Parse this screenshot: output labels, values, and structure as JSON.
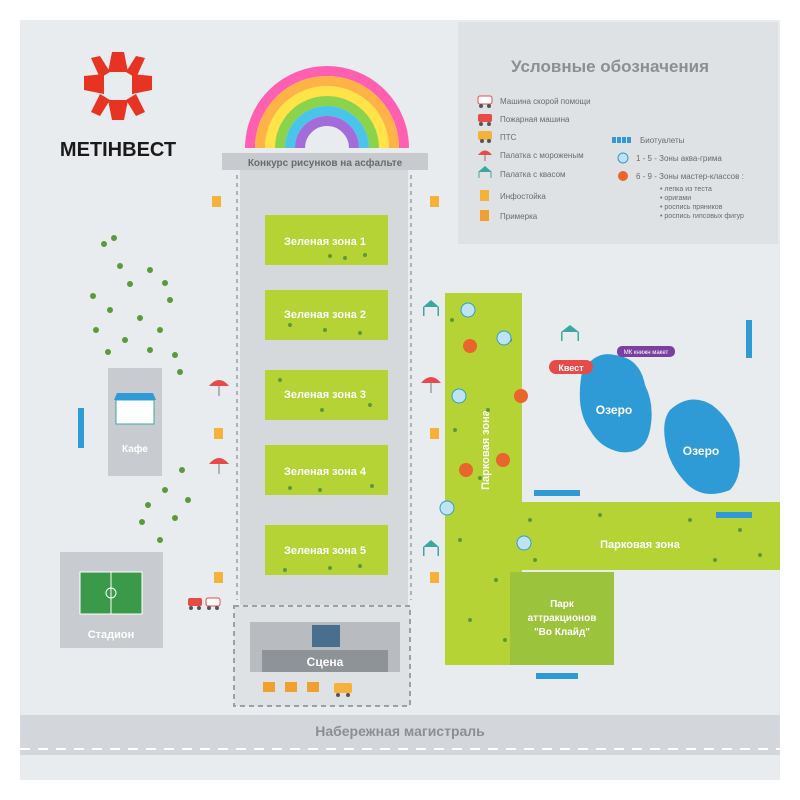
{
  "brand": {
    "name": "МЕТІНВЕСТ"
  },
  "legend": {
    "title": "Условные обозначения",
    "items": [
      {
        "label": "Машина скорой помощи",
        "icon": "ambulance-icon"
      },
      {
        "label": "Пожарная машина",
        "icon": "fire-truck-icon"
      },
      {
        "label": "ПТС",
        "icon": "broadcast-van-icon"
      },
      {
        "label": "Палатка с мороженым",
        "icon": "umbrella-icon"
      },
      {
        "label": "Палатка с квасом",
        "icon": "tent-icon"
      },
      {
        "label": "Инфостойка",
        "icon": "info-stand-icon"
      },
      {
        "label": "Примерка",
        "icon": "fitting-room-icon"
      }
    ],
    "right_items": [
      {
        "label": "Биотуалеты",
        "icon": "toilets-icon"
      },
      {
        "label": "1 - 5 - Зоны аква-грима",
        "icon": "aqua-makeup-zone-icon",
        "color": "#bfe3f2"
      },
      {
        "label": "6 - 9 - Зоны мастер-классов :",
        "icon": "master-class-zone-icon",
        "color": "#f07b3a"
      }
    ],
    "sub_items": [
      "лепка из теста",
      "оригами",
      "роспись пряников",
      "роспись гипсовых фигур"
    ]
  },
  "map": {
    "asphalt_contest": "Конкурс рисунков на асфальте",
    "green_zones": [
      "Зеленая зона 1",
      "Зеленая зона 2",
      "Зеленая зона 3",
      "Зеленая зона 4",
      "Зеленая зона 5"
    ],
    "cafe": "Кафе",
    "stadium": "Стадион",
    "stage": "Сцена",
    "park_zone_vertical": "Парковая зона",
    "park_zone_horizontal": "Парковая зона",
    "lake_1": "Озеро",
    "lake_2": "Озеро",
    "quest_badge": "Квест",
    "mk_badge": "МК книжн макет",
    "amusement_park": [
      "Парк",
      "аттракционов",
      "\"Во Клайд\""
    ],
    "road": "Набережная магистраль"
  },
  "colors": {
    "background": "#e9ecef",
    "green": "#b5d334",
    "dark_green": "#5a9a3a",
    "water": "#2f9bd6",
    "orange": "#e8662c",
    "aqua": "#bfe3f2",
    "purple": "#7a3fa0",
    "red": "#e84a4a",
    "gray_block": "#c8ccd0",
    "text_gray": "#6a6a6a"
  }
}
